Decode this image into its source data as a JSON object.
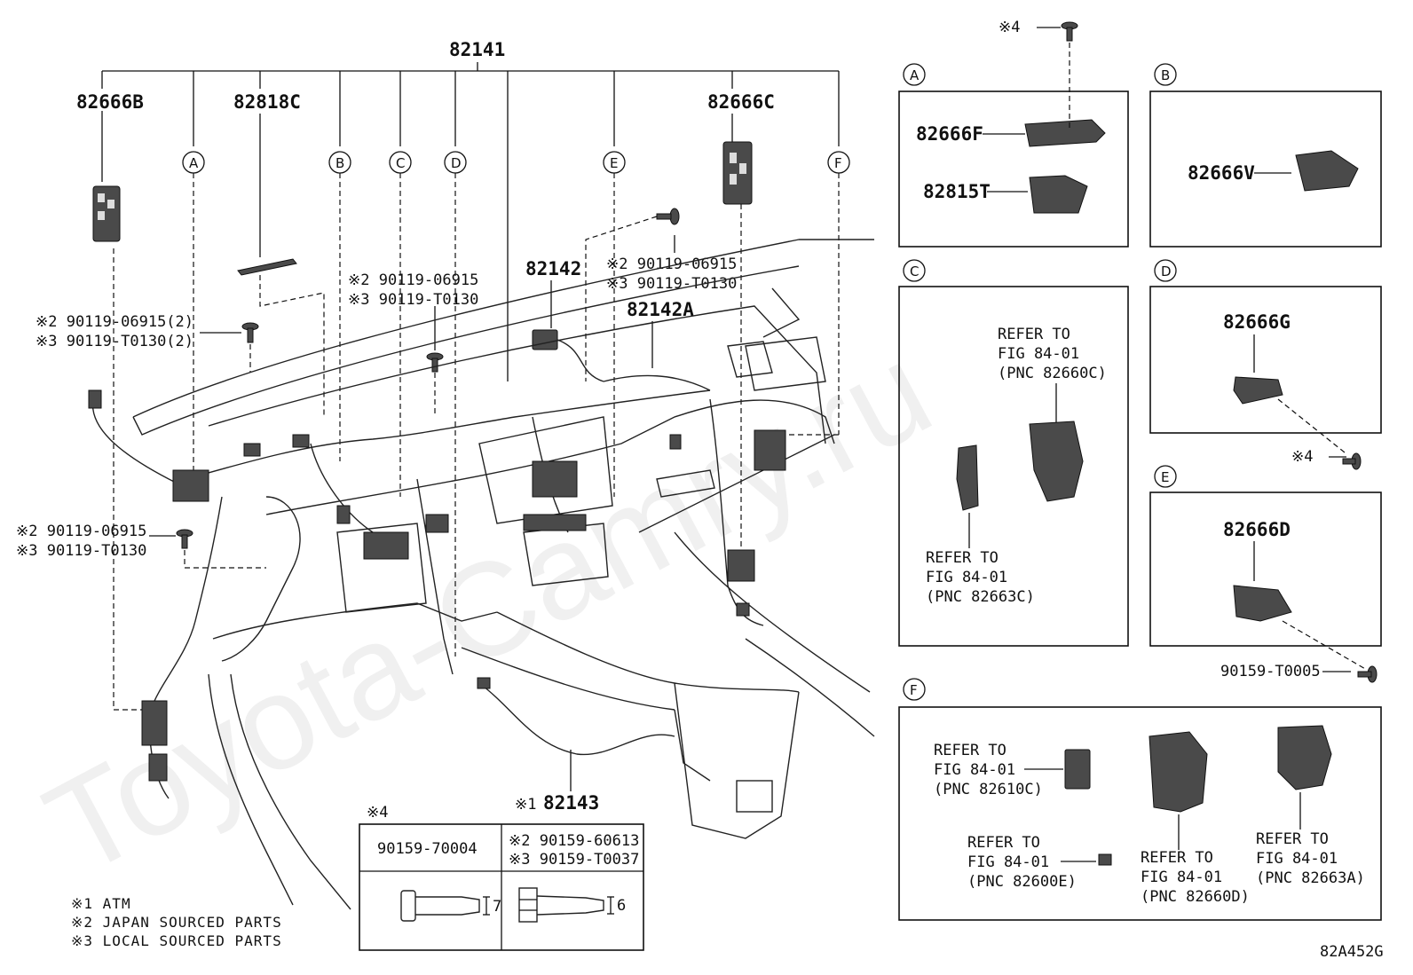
{
  "watermark": "Toyota-Camry.ru",
  "diagram_code": "82A452G",
  "main_parts": {
    "harness_main": "82141",
    "p82666B": "82666B",
    "p82818C": "82818C",
    "p82666C": "82666C",
    "p82142": "82142",
    "p82142A": "82142A",
    "p82143": "82143",
    "p82143_mark": "※1"
  },
  "callouts": [
    "A",
    "B",
    "C",
    "D",
    "E",
    "F"
  ],
  "bolt_notes": {
    "left_top": {
      "line1": "※2 90119-06915(2)",
      "line2": "※3 90119-T0130(2)"
    },
    "center": {
      "line1": "※2 90119-06915",
      "line2": "※3 90119-T0130"
    },
    "right": {
      "line1": "※2 90119-06915",
      "line2": "※3 90119-T0130"
    },
    "left_bottom": {
      "line1": "※2 90119-06915",
      "line2": "※3 90119-T0130"
    }
  },
  "mark4": "※4",
  "panels": {
    "A": {
      "label": "A",
      "parts": [
        "82666F",
        "82815T"
      ]
    },
    "B": {
      "label": "B",
      "parts": [
        "82666V"
      ]
    },
    "C": {
      "label": "C",
      "refer1": {
        "l1": "REFER TO",
        "l2": "FIG 84-01",
        "l3": "(PNC 82660C)"
      },
      "refer2": {
        "l1": "REFER TO",
        "l2": "FIG 84-01",
        "l3": "(PNC 82663C)"
      }
    },
    "D": {
      "label": "D",
      "parts": [
        "82666G"
      ],
      "mark": "※4"
    },
    "E": {
      "label": "E",
      "parts": [
        "82666D"
      ],
      "bolt": "90159-T0005"
    },
    "F": {
      "label": "F",
      "refer1": {
        "l1": "REFER TO",
        "l2": "FIG 84-01",
        "l3": "(PNC 82610C)"
      },
      "refer2": {
        "l1": "REFER TO",
        "l2": "FIG 84-01",
        "l3": "(PNC 82600E)"
      },
      "refer3": {
        "l1": "REFER TO",
        "l2": "FIG 84-01",
        "l3": "(PNC 82660D)"
      },
      "refer4": {
        "l1": "REFER TO",
        "l2": "FIG 84-01",
        "l3": "(PNC 82663A)"
      }
    }
  },
  "bolt_table": {
    "title": "※4",
    "col1": {
      "part": "90159-70004",
      "dim": "7"
    },
    "col2": {
      "line1": "※2 90159-60613",
      "line2": "※3 90159-T0037",
      "dim": "6"
    }
  },
  "legend": [
    "※1  ATM",
    "※2  JAPAN SOURCED PARTS",
    "※3  LOCAL SOURCED PARTS"
  ]
}
